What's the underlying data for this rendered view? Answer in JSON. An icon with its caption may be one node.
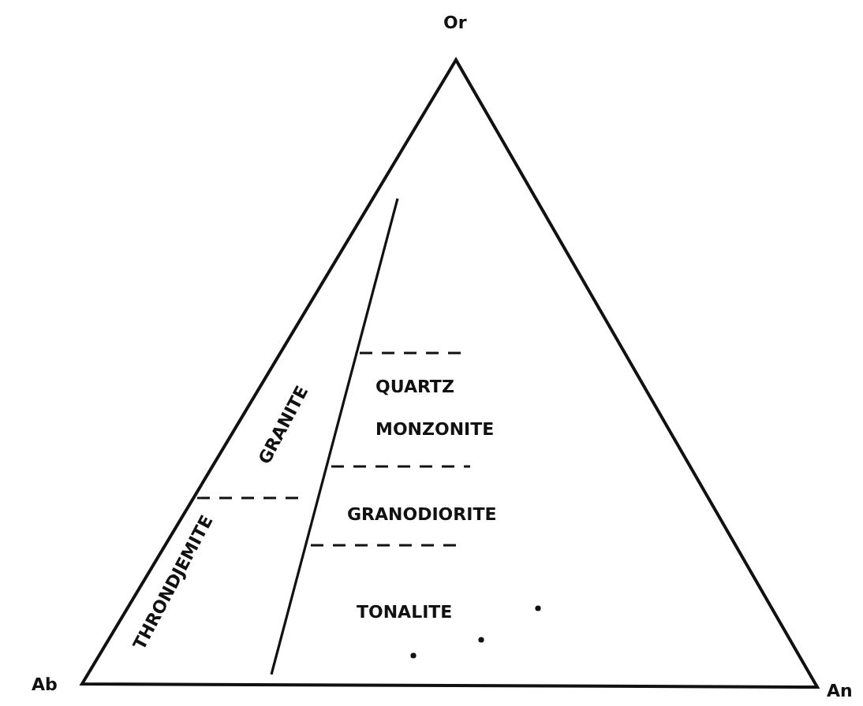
{
  "diagram": {
    "labels": [
      "Or",
      "GRANITE",
      "QUARTZ MONZONITE",
      "GRANODIORITE",
      "THRONDJEMITE",
      "TONALITE",
      "Ab",
      "An"
    ]
  }
}
